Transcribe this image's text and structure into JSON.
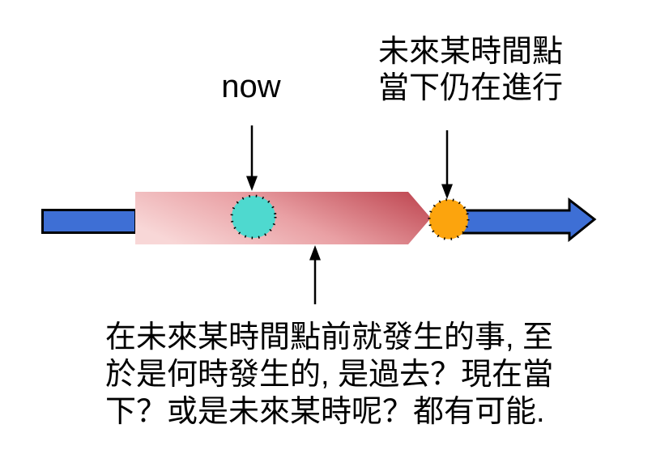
{
  "diagram": {
    "title_hint": "timeline diagram",
    "now_label": "now",
    "future_label": {
      "line1": "未來某時間點",
      "line2": "當下仍在進行"
    },
    "bottom_note_lines": {
      "line1": "在未來某時間點前就發生的事, 至",
      "line2": "於是何時發生的, 是過去？現在當",
      "line3": "下？或是未來某時呢？都有可能."
    },
    "colors": {
      "timeline_blue": "#3E6FD5",
      "band_light": "#F8D7D7",
      "band_mid": "#E9A0A4",
      "band_dark": "#C3505A",
      "now_dot": "#4ED9CF",
      "future_dot": "#FCA40D",
      "outline": "#000000",
      "background": "#FFFFFF"
    }
  }
}
